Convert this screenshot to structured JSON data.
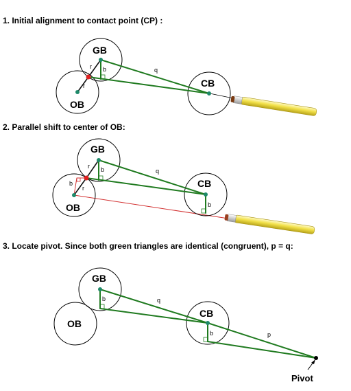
{
  "steps": [
    {
      "heading": "1. Initial alignment to contact point (CP) :",
      "balls": {
        "gb": "GB",
        "ob": "OB",
        "cb": "CB"
      },
      "labels": {
        "r1": "r",
        "r2": "r",
        "b1": "b",
        "q": "q"
      }
    },
    {
      "heading": "2. Parallel shift to center of OB:",
      "balls": {
        "gb": "GB",
        "ob": "OB",
        "cb": "CB"
      },
      "labels": {
        "r1": "r",
        "r2": "r",
        "b1": "b",
        "b2": "b",
        "b3": "b",
        "q": "q"
      }
    },
    {
      "heading": "3. Locate pivot. Since both green triangles are identical (congruent), p = q:",
      "balls": {
        "gb": "GB",
        "ob": "OB",
        "cb": "CB"
      },
      "labels": {
        "b1": "b",
        "b2": "b",
        "q": "q",
        "p": "p",
        "pivot": "Pivot"
      }
    }
  ],
  "colors": {
    "triangle": "#1f7a1f",
    "center_dot": "#1f8a6a",
    "contact_point": "#e02020",
    "aim_line": "#d23030",
    "cue_shaft": "#f2e14a",
    "cue_ferrule": "#d9d9d9",
    "cue_tip": "#7a3a12"
  }
}
